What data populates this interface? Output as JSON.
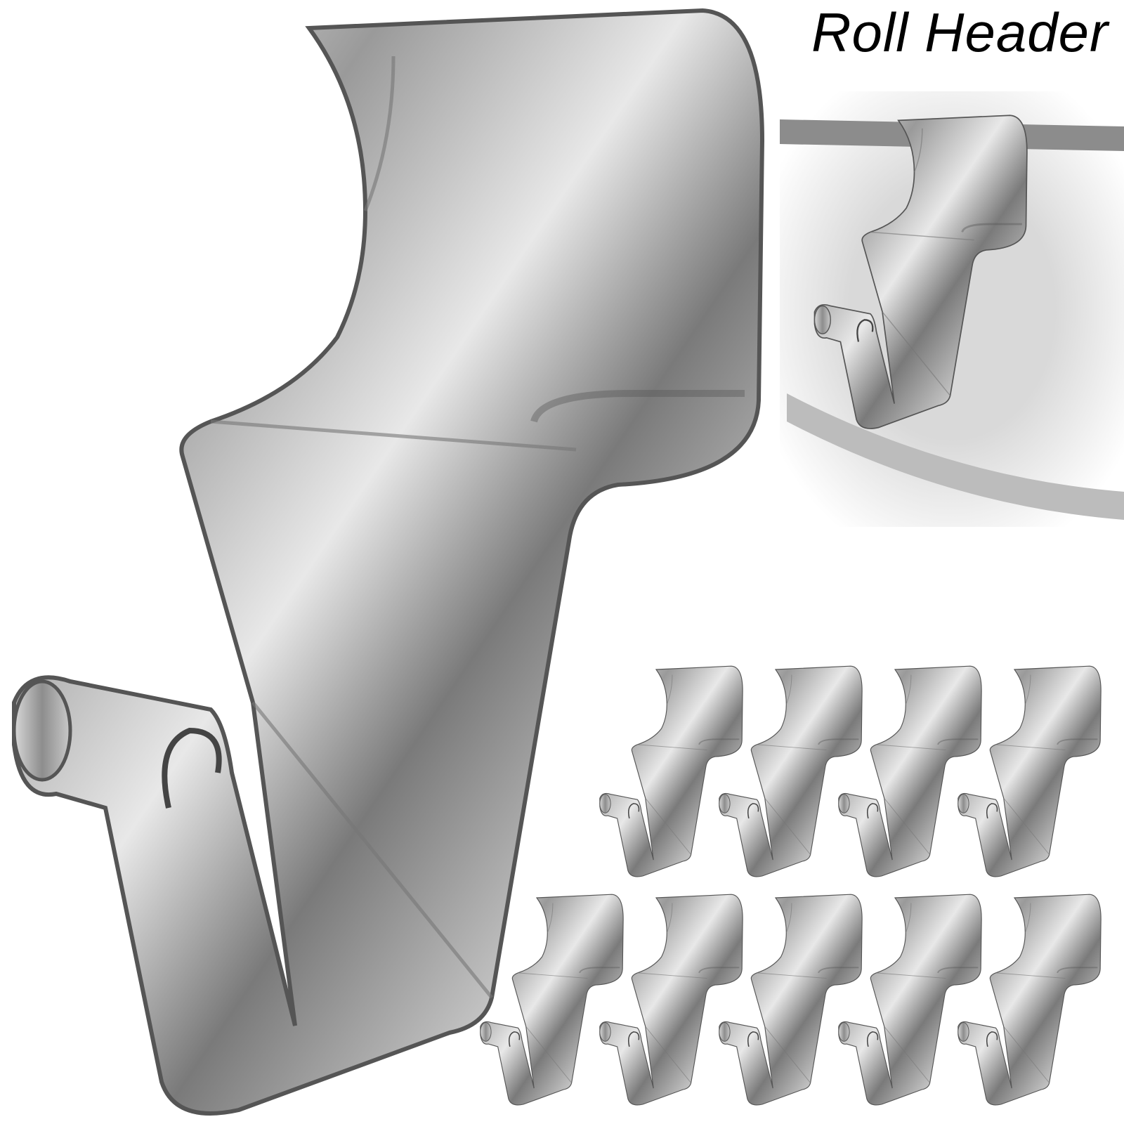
{
  "header": {
    "title": "Roll Header"
  },
  "colors": {
    "metal_light": "#f4f4f4",
    "metal_mid": "#b5b5b5",
    "metal_dark": "#6e6e6e",
    "background": "#ffffff"
  },
  "gallery": {
    "small_hook_count": 9,
    "rows": [
      4,
      5
    ]
  }
}
